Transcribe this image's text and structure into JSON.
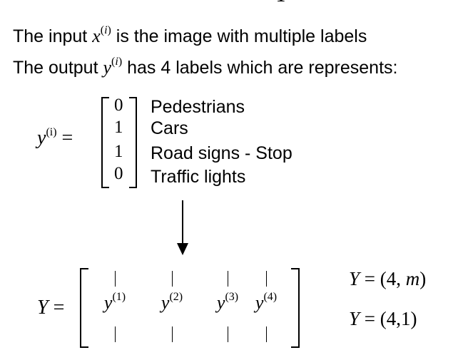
{
  "top_fragment": "Y ⊃ ",
  "line1": {
    "before": "The input ",
    "var": "x",
    "sup_open": "(",
    "sup_var": "i",
    "sup_close": ")",
    "after": "  is the image with multiple labels"
  },
  "line2": {
    "before": "The output ",
    "var": "y",
    "sup_open": "(",
    "sup_var": "i",
    "sup_close": ")",
    "after": " has 4 labels which are represents:"
  },
  "equation1": {
    "lhs_var": "y",
    "lhs_sup": "(i)",
    "equals": "=",
    "vector": [
      "0",
      "1",
      "1",
      "0"
    ],
    "labels": [
      "Pedestrians",
      "Cars",
      "Road signs - Stop",
      "Traffic lights"
    ]
  },
  "equation2": {
    "lhs_var": "Y",
    "equals": "=",
    "bar": "|",
    "columns": [
      {
        "var": "y",
        "sup": "(1)"
      },
      {
        "var": "y",
        "sup": "(2)"
      },
      {
        "var": "y",
        "sup": "(3)"
      },
      {
        "var": "y",
        "sup": "(4)"
      }
    ],
    "shapes": [
      {
        "var": "Y",
        "text": " = (4, ",
        "var2": "m",
        "close": ")"
      },
      {
        "var": "Y",
        "text": " = (4,1)",
        "var2": "",
        "close": ""
      }
    ]
  }
}
